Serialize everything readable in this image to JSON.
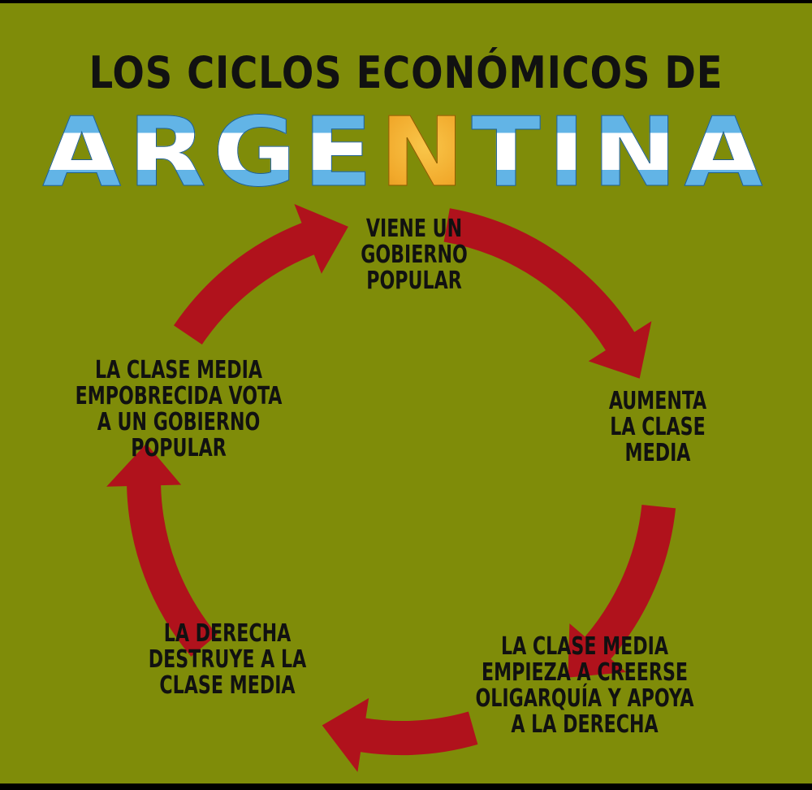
{
  "title": {
    "line1": "LOS CICLOS ECONÓMICOS DE",
    "line2_part1": "ARGE",
    "line2_sun": "N",
    "line2_part2": "TINA"
  },
  "cycle": {
    "stages": [
      "VIENE UN\nGOBIERNO\nPOPULAR",
      "AUMENTA\nLA CLASE\nMEDIA",
      "LA CLASE MEDIA\nEMPIEZA A CREERSE\nOLIGARQUÍA Y APOYA\nA LA DERECHA",
      "LA DERECHA\nDESTRUYE A LA\nCLASE MEDIA",
      "LA CLASE MEDIA\nEMPOBRECIDA VOTA\nA UN GOBIERNO\nPOPULAR"
    ],
    "arrow_color": "#b0121c",
    "background_color": "#7f8c09"
  }
}
